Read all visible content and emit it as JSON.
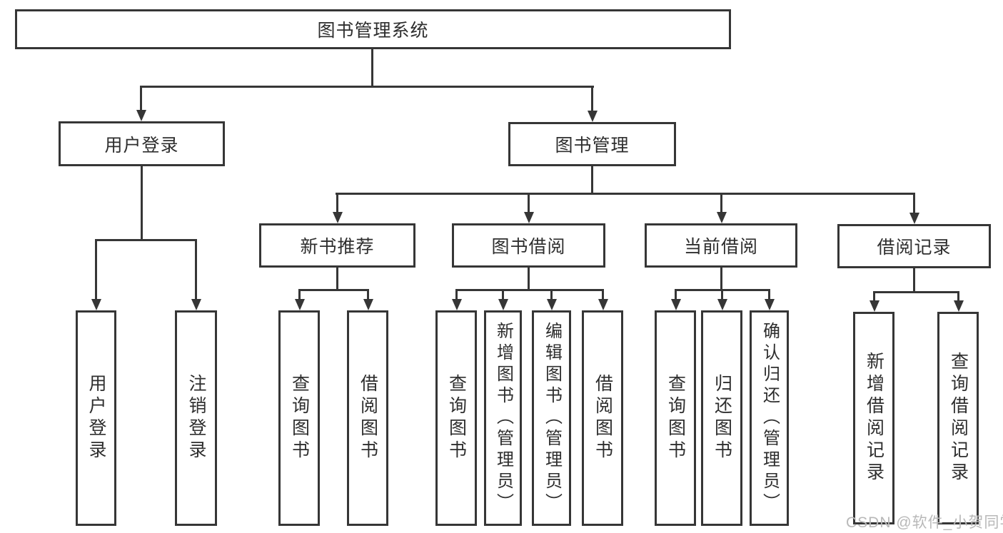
{
  "diagram": {
    "watermark": "CSDN @软件_小贺同学",
    "colors": {
      "line": "#363636",
      "text": "#2e2e2e",
      "watermark": "#b8b8b8",
      "background": "#ffffff"
    },
    "root": {
      "label": "图书管理系统",
      "children": [
        {
          "label": "用户登录",
          "children": [
            {
              "label": "用户登录"
            },
            {
              "label": "注销登录"
            }
          ]
        },
        {
          "label": "图书管理",
          "children": [
            {
              "label": "新书推荐",
              "children": [
                {
                  "label": "查询图书"
                },
                {
                  "label": "借阅图书"
                }
              ]
            },
            {
              "label": "图书借阅",
              "children": [
                {
                  "label": "查询图书"
                },
                {
                  "label": "新增图书（管理员）"
                },
                {
                  "label": "编辑图书（管理员）"
                },
                {
                  "label": "借阅图书"
                }
              ]
            },
            {
              "label": "当前借阅",
              "children": [
                {
                  "label": "查询图书"
                },
                {
                  "label": "归还图书"
                },
                {
                  "label": "确认归还（管理员）"
                }
              ]
            },
            {
              "label": "借阅记录",
              "children": [
                {
                  "label": "新增借阅记录"
                },
                {
                  "label": "查询借阅记录"
                }
              ]
            }
          ]
        }
      ]
    }
  }
}
